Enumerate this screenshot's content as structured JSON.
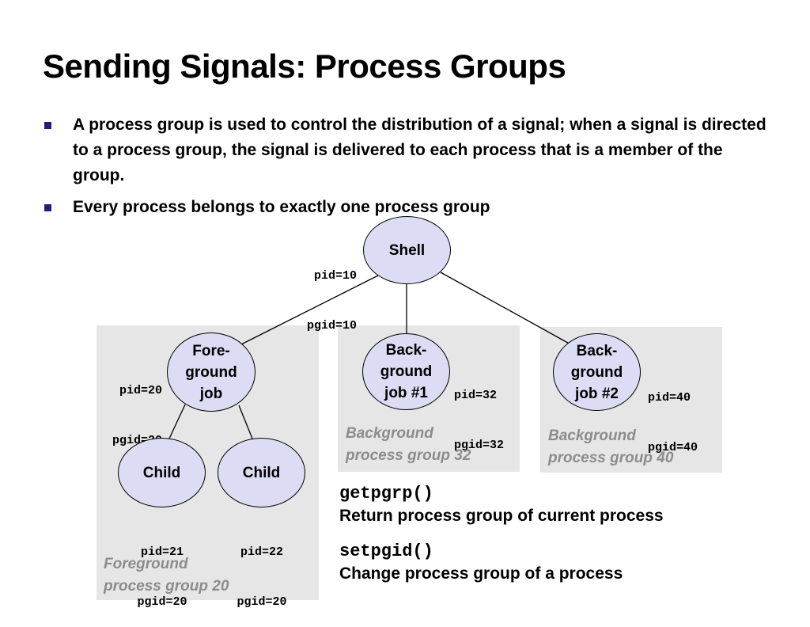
{
  "title": "Sending Signals: Process Groups",
  "bullets": [
    "A process group is used to control the distribution of a signal; when a signal is directed to a process group, the signal is delivered to each process that is a member of the group.",
    "Every process belongs to exactly one process group"
  ],
  "shell": {
    "label": "Shell",
    "pid": "pid=10",
    "pgid": "pgid=10"
  },
  "foreground": {
    "job_lines": [
      "Fore-",
      "ground",
      "job"
    ],
    "pid": "pid=20",
    "pgid": "pgid=20",
    "group_label_1": "Foreground",
    "group_label_2": "process group 20",
    "children": [
      {
        "label": "Child",
        "pid": "pid=21",
        "pgid": "pgid=20"
      },
      {
        "label": "Child",
        "pid": "pid=22",
        "pgid": "pgid=20"
      }
    ]
  },
  "background1": {
    "job_lines": [
      "Back-",
      "ground",
      "job #1"
    ],
    "pid": "pid=32",
    "pgid": "pgid=32",
    "group_label_1": "Background",
    "group_label_2": "process group 32"
  },
  "background2": {
    "job_lines": [
      "Back-",
      "ground",
      "job #2"
    ],
    "pid": "pid=40",
    "pgid": "pgid=40",
    "group_label_1": "Background",
    "group_label_2": "process group 40"
  },
  "functions": [
    {
      "name": "getpgrp()",
      "desc": "Return process group of current process"
    },
    {
      "name": "setpgid()",
      "desc": "Change process group of a process"
    }
  ],
  "colors": {
    "node_fill": "#dcdcf5",
    "group_box": "#e6e6e6",
    "group_label": "#8c8c8c",
    "bullet_mark": "#1f1f7a"
  }
}
